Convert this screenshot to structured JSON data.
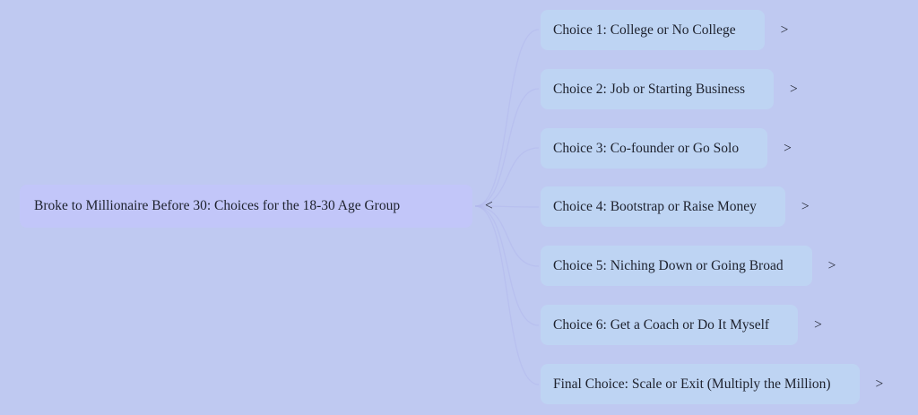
{
  "canvas": {
    "background_color": "#bfc9f1",
    "connector_color": "#b3b8ec",
    "text_color": "#1e222e"
  },
  "root_node": {
    "label": "Broke to Millionaire Before 30: Choices for the 18-30 Age Group",
    "collapse_indicator": "<",
    "fill_color": "#c2c6f9"
  },
  "choices": {
    "fill_color": "#bed4f3",
    "expand_indicator": ">",
    "items": [
      {
        "label": "Choice 1: College or No College"
      },
      {
        "label": "Choice 2: Job or Starting Business"
      },
      {
        "label": "Choice 3: Co-founder or Go Solo"
      },
      {
        "label": "Choice 4: Bootstrap or Raise Money"
      },
      {
        "label": "Choice 5: Niching Down or Going Broad"
      },
      {
        "label": "Choice 6: Get a Coach or Do It Myself"
      },
      {
        "label": "Final Choice: Scale or Exit (Multiply the Million)"
      }
    ]
  }
}
